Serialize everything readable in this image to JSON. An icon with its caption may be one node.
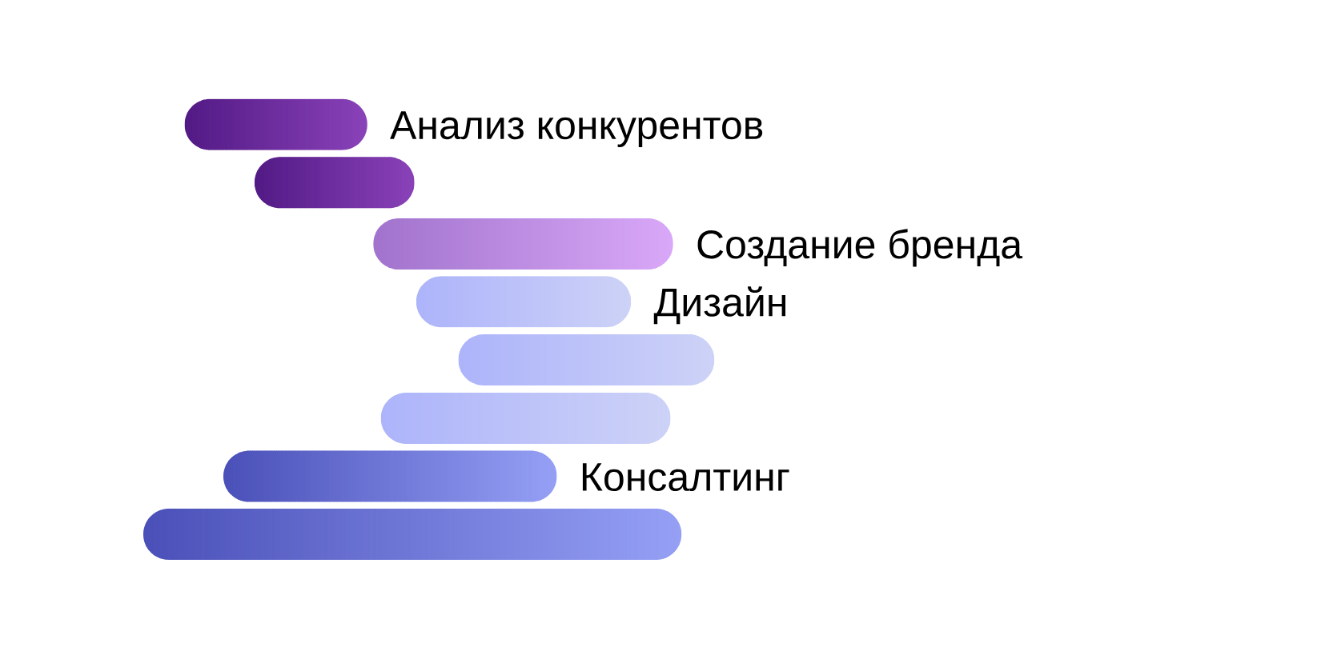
{
  "diagram": {
    "nodes": [
      {
        "text": [],
        "shape": "bar",
        "beside": [
          "Анализ конкурентов"
        ]
      },
      {
        "text": [],
        "shape": "bar"
      },
      {
        "text": [],
        "shape": "bar",
        "beside": [
          "Создание бренда"
        ]
      },
      {
        "text": [],
        "shape": "bar",
        "beside": [
          "Дизайн"
        ]
      },
      {
        "text": [],
        "shape": "bar"
      },
      {
        "text": [],
        "shape": "bar"
      },
      {
        "text": [],
        "shape": "bar",
        "beside": [
          "Консалтинг"
        ]
      },
      {
        "text": [],
        "shape": "bar"
      }
    ]
  }
}
